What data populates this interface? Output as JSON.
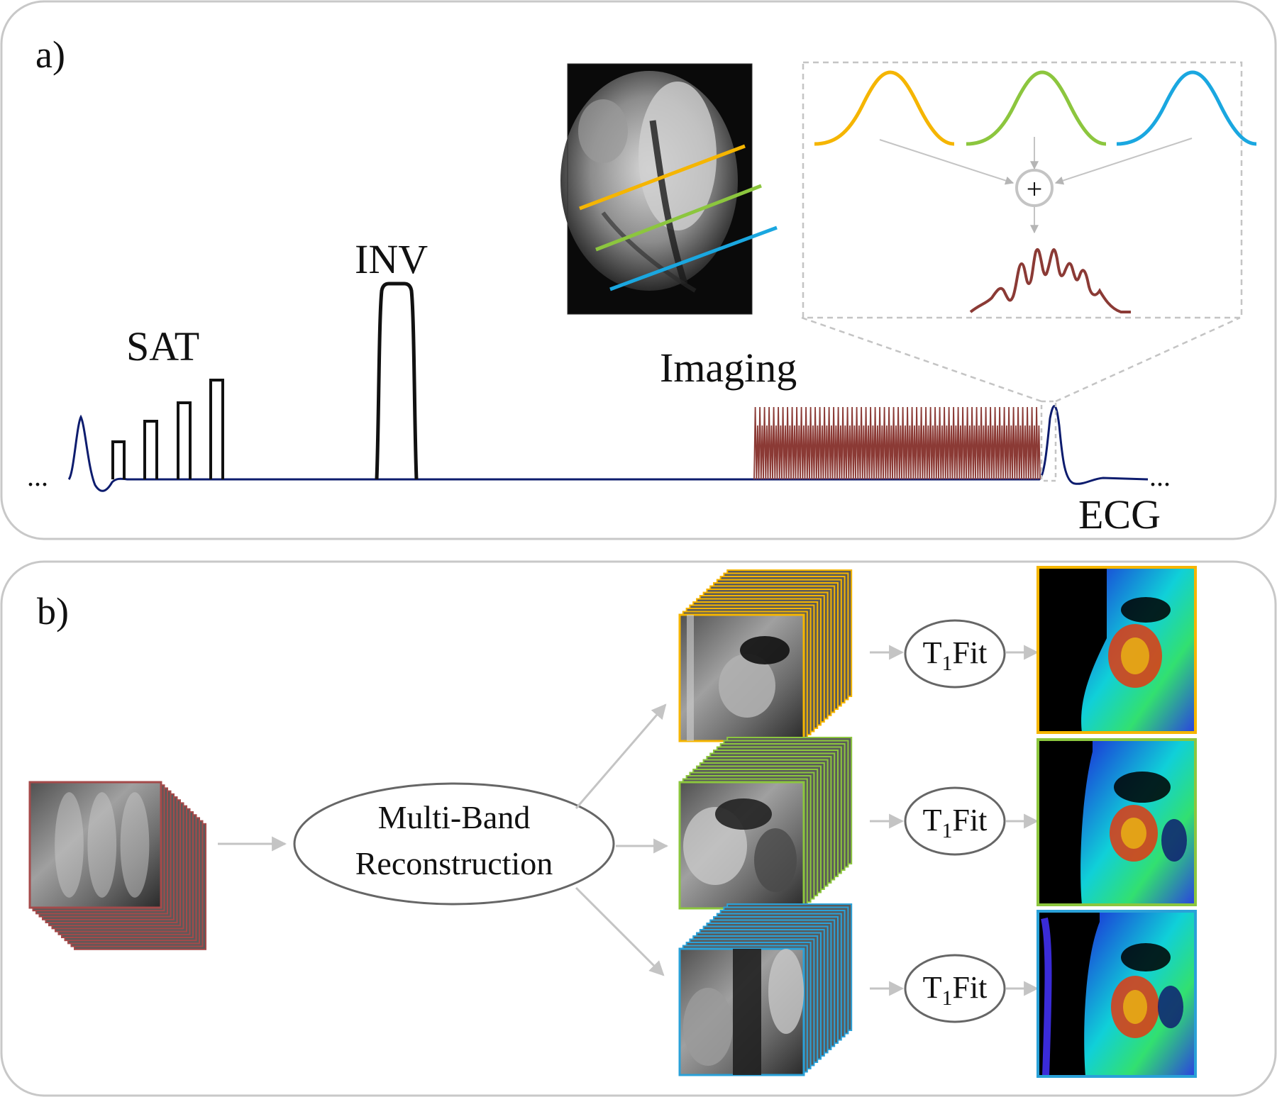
{
  "panel_a": {
    "label": "a)",
    "ellipsis_left": "...",
    "ellipsis_right": "...",
    "sat_label": "SAT",
    "inv_label": "INV",
    "imaging_label": "Imaging",
    "ecg_label": "ECG",
    "sum_symbol": "+",
    "slice_colors": [
      "#f5b500",
      "#8cc63e",
      "#1aa7e0"
    ],
    "combined_color": "#8b3a35",
    "ecg_color": "#0d1c6e"
  },
  "panel_b": {
    "label": "b)",
    "recon_line1": "Multi-Band",
    "recon_line2": "Reconstruction",
    "fit_main": "T",
    "fit_sub": "1",
    "fit_tail": "Fit",
    "stack_colors": [
      "#f5b500",
      "#8cc63e",
      "#2aa1d8"
    ],
    "input_stack_color": "#a54a4a"
  }
}
